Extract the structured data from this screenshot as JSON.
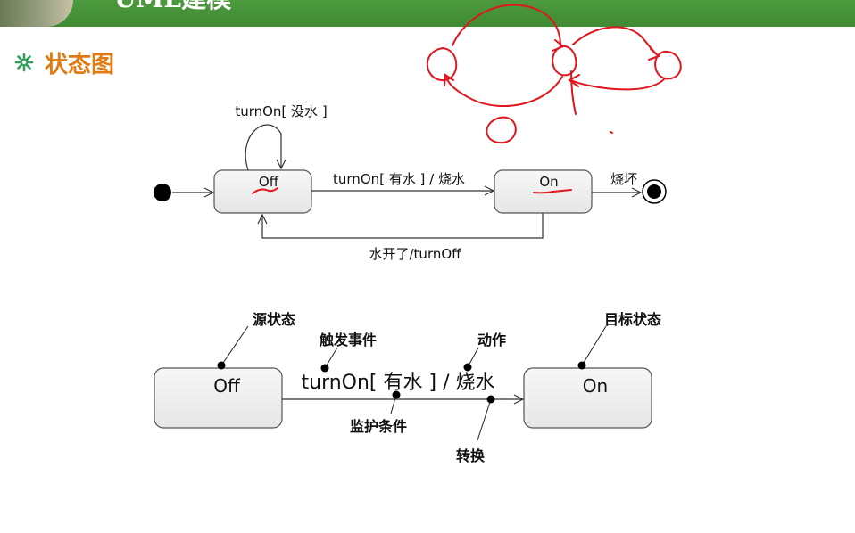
{
  "banner": {
    "title": "UML建模"
  },
  "section": {
    "title": "状态图"
  },
  "diagram1": {
    "self_loop_label": "turnOn[ 没水 ]",
    "state_off": "Off",
    "state_on": "On",
    "transition_on_label": "turnOn[ 有水 ] / 烧水",
    "final_label": "烧坏",
    "return_label": "水开了/turnOff"
  },
  "diagram2": {
    "state_off": "Off",
    "state_on": "On",
    "transition_label": "turnOn[ 有水 ] / 烧水",
    "callouts": {
      "source_state": "源状态",
      "trigger_event": "触发事件",
      "action": "动作",
      "target_state": "目标状态",
      "guard_condition": "监护条件",
      "transition": "转换"
    }
  },
  "colors": {
    "banner": "#4a9a3c",
    "heading": "#e07b14",
    "bullet": "#2e9e5a",
    "annotation": "#e0161e"
  }
}
